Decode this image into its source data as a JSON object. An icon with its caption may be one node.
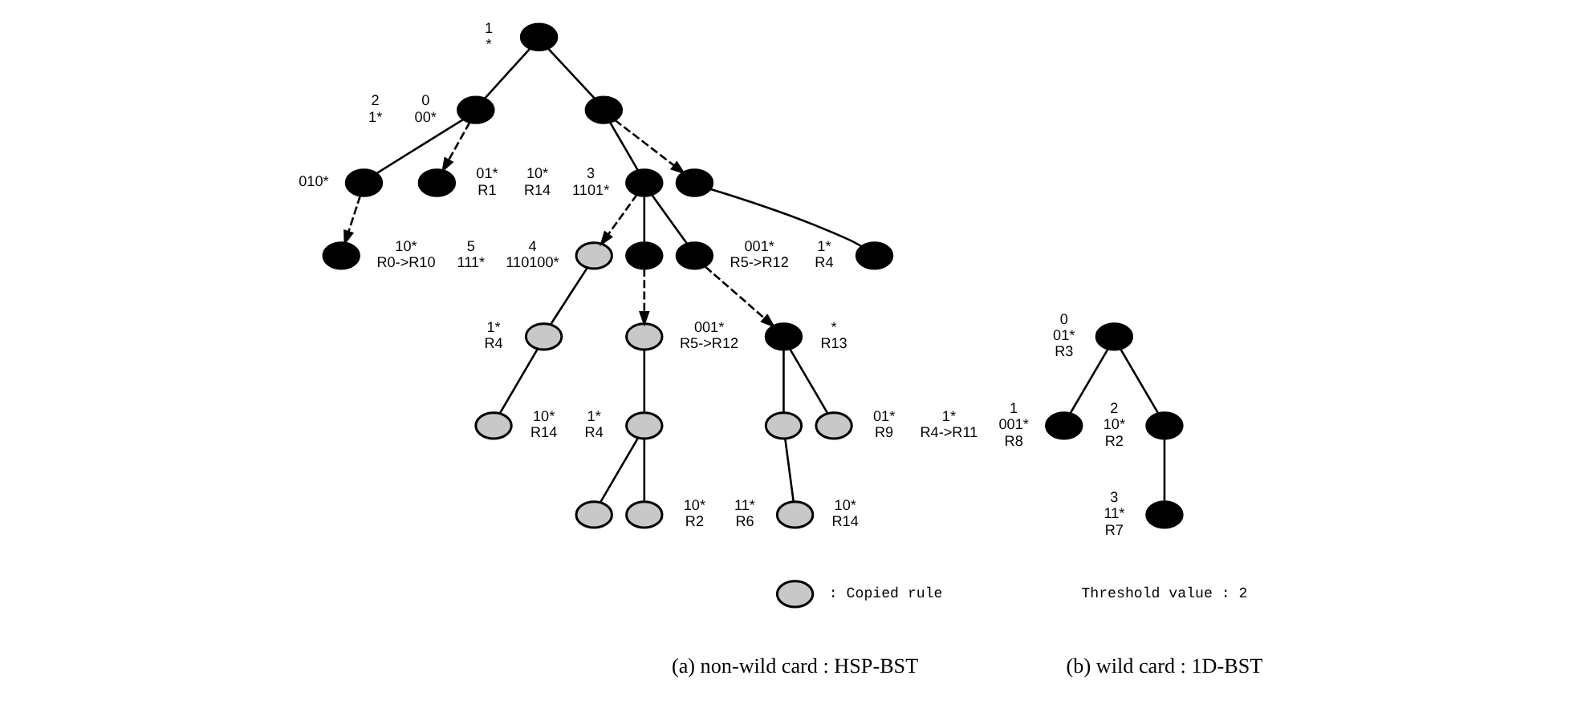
{
  "diagram": {
    "nodes": [
      {
        "text": [],
        "shape": "circle",
        "beside": [
          "1",
          "*"
        ]
      },
      {
        "text": [],
        "shape": "circle",
        "beside": [
          "0",
          "00*"
        ]
      },
      {
        "text": [],
        "shape": "circle",
        "beside": [
          "2",
          "1*"
        ]
      },
      {
        "text": [],
        "shape": "circle",
        "beside": [
          "010*"
        ]
      },
      {
        "text": [],
        "shape": "circle",
        "beside": [
          "3",
          "1101*"
        ]
      },
      {
        "text": [],
        "shape": "circle",
        "beside": [
          "4",
          "110100*"
        ]
      },
      {
        "text": [],
        "shape": "circle",
        "beside": [
          "5",
          "111*"
        ]
      },
      {
        "text": [],
        "shape": "circle",
        "beside": [
          "01*",
          "R1"
        ]
      },
      {
        "text": [],
        "shape": "circle",
        "beside": [
          "10*",
          "R0->R10"
        ]
      },
      {
        "text": [],
        "shape": "circle",
        "beside": [
          "10*",
          "R14"
        ]
      },
      {
        "text": [],
        "shape": "circle",
        "beside": [
          "1*",
          "R4"
        ]
      },
      {
        "text": [],
        "shape": "circle",
        "beside": [
          "001*",
          "R5->R12"
        ]
      },
      {
        "text": [],
        "shape": "circle",
        "beside": [
          "1*",
          "R4"
        ]
      },
      {
        "text": [],
        "shape": "circle",
        "beside": [
          "10*",
          "R2"
        ]
      },
      {
        "text": [],
        "shape": "circle",
        "beside": [
          "11*",
          "R6"
        ]
      },
      {
        "text": [],
        "shape": "circle",
        "beside": [
          "001*",
          "R5->R12"
        ]
      },
      {
        "text": [],
        "shape": "circle",
        "beside": [
          "1*",
          "R4"
        ]
      },
      {
        "text": [],
        "shape": "circle",
        "beside": [
          "10*",
          "R14"
        ]
      },
      {
        "text": [],
        "shape": "circle",
        "beside": [
          "*",
          "R13"
        ]
      },
      {
        "text": [],
        "shape": "circle",
        "beside": [
          "01*",
          "R9"
        ]
      },
      {
        "text": [],
        "shape": "circle",
        "beside": [
          "1*",
          "R4->R11"
        ]
      },
      {
        "text": [],
        "shape": "circle",
        "beside": [
          "10*",
          "R14"
        ]
      },
      {
        "text": [],
        "shape": "circle",
        "beside": [
          "0",
          "01*",
          "R3"
        ]
      },
      {
        "text": [],
        "shape": "circle",
        "beside": [
          "1",
          "001*",
          "R8"
        ]
      },
      {
        "text": [],
        "shape": "circle",
        "beside": [
          "2",
          "10*",
          "R2"
        ]
      },
      {
        "text": [],
        "shape": "circle",
        "beside": [
          "3",
          "11*",
          "R7"
        ]
      },
      {
        "text": [],
        "shape": "circle",
        "beside": [
          ": Copied rule"
        ]
      }
    ],
    "edges": [
      {
        "from": 0,
        "to": 1,
        "arrow": "none"
      },
      {
        "from": 0,
        "to": 2,
        "arrow": "none"
      },
      {
        "from": 1,
        "to": 3,
        "arrow": "none"
      },
      {
        "from": 2,
        "to": 4,
        "arrow": "none"
      },
      {
        "from": 4,
        "to": 5,
        "arrow": "none"
      },
      {
        "from": 4,
        "to": 6,
        "arrow": "none"
      },
      {
        "from": 1,
        "to": 7,
        "arrow": "to",
        "style": "dashed"
      },
      {
        "from": 3,
        "to": 8,
        "arrow": "to",
        "style": "dashed"
      },
      {
        "from": 2,
        "to": 9,
        "arrow": "to",
        "style": "dashed"
      },
      {
        "from": 9,
        "to": 10,
        "arrow": "none"
      },
      {
        "from": 5,
        "to": 11,
        "arrow": "to",
        "style": "dashed"
      },
      {
        "from": 11,
        "to": 12,
        "arrow": "none"
      },
      {
        "from": 12,
        "to": 13,
        "arrow": "none"
      },
      {
        "from": 12,
        "to": 14,
        "arrow": "none"
      },
      {
        "from": 4,
        "to": 15,
        "arrow": "to",
        "style": "dashed"
      },
      {
        "from": 15,
        "to": 16,
        "arrow": "none"
      },
      {
        "from": 16,
        "to": 17,
        "arrow": "none"
      },
      {
        "from": 6,
        "to": 18,
        "arrow": "to",
        "style": "dashed"
      },
      {
        "from": 18,
        "to": 19,
        "arrow": "none"
      },
      {
        "from": 18,
        "to": 20,
        "arrow": "none"
      },
      {
        "from": 20,
        "to": 21,
        "arrow": "none"
      },
      {
        "from": 22,
        "to": 23,
        "arrow": "none"
      },
      {
        "from": 22,
        "to": 24,
        "arrow": "none"
      },
      {
        "from": 24,
        "to": 25,
        "arrow": "none"
      }
    ],
    "labels": [
      "Threshold value : 2",
      "(a) non-wild card : HSP-BST",
      "(b) wild card : 1D-BST"
    ]
  }
}
